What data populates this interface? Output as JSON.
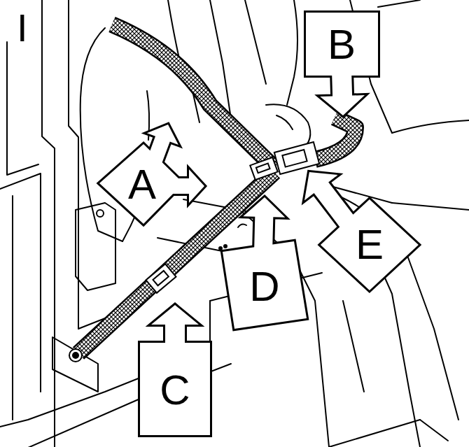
{
  "diagram": {
    "nodes": [
      {
        "text": [
          "B"
        ]
      },
      {
        "text": [
          "A"
        ]
      },
      {
        "text": [
          "E"
        ]
      },
      {
        "text": [
          "D"
        ]
      },
      {
        "text": [
          "C"
        ]
      }
    ],
    "labels": [
      "I"
    ]
  }
}
